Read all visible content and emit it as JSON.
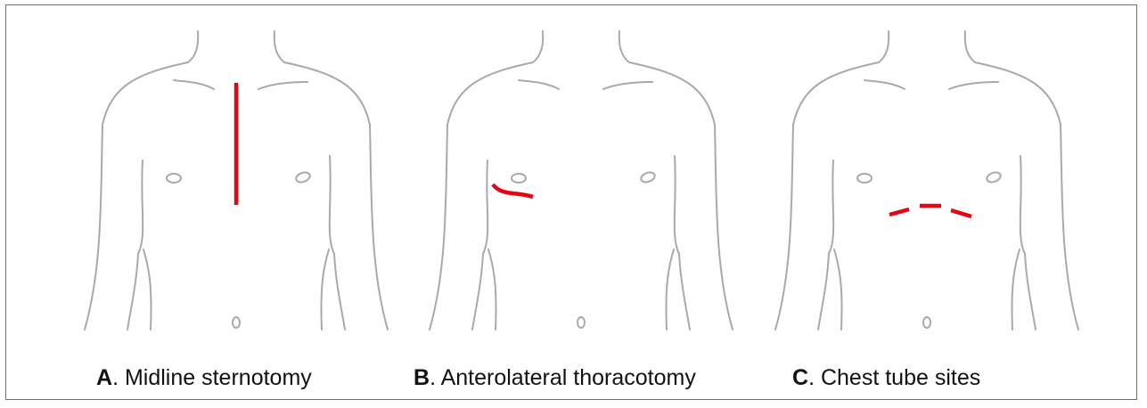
{
  "panels": [
    {
      "letter": "A",
      "title": "Midline sternotomy"
    },
    {
      "letter": "B",
      "title": "Anterolateral thoracotomy"
    },
    {
      "letter": "C",
      "title": "Chest tube sites"
    }
  ],
  "colors": {
    "outline": "#a9a9a9",
    "incision": "#e30613",
    "frame": "#6e6e6e"
  }
}
